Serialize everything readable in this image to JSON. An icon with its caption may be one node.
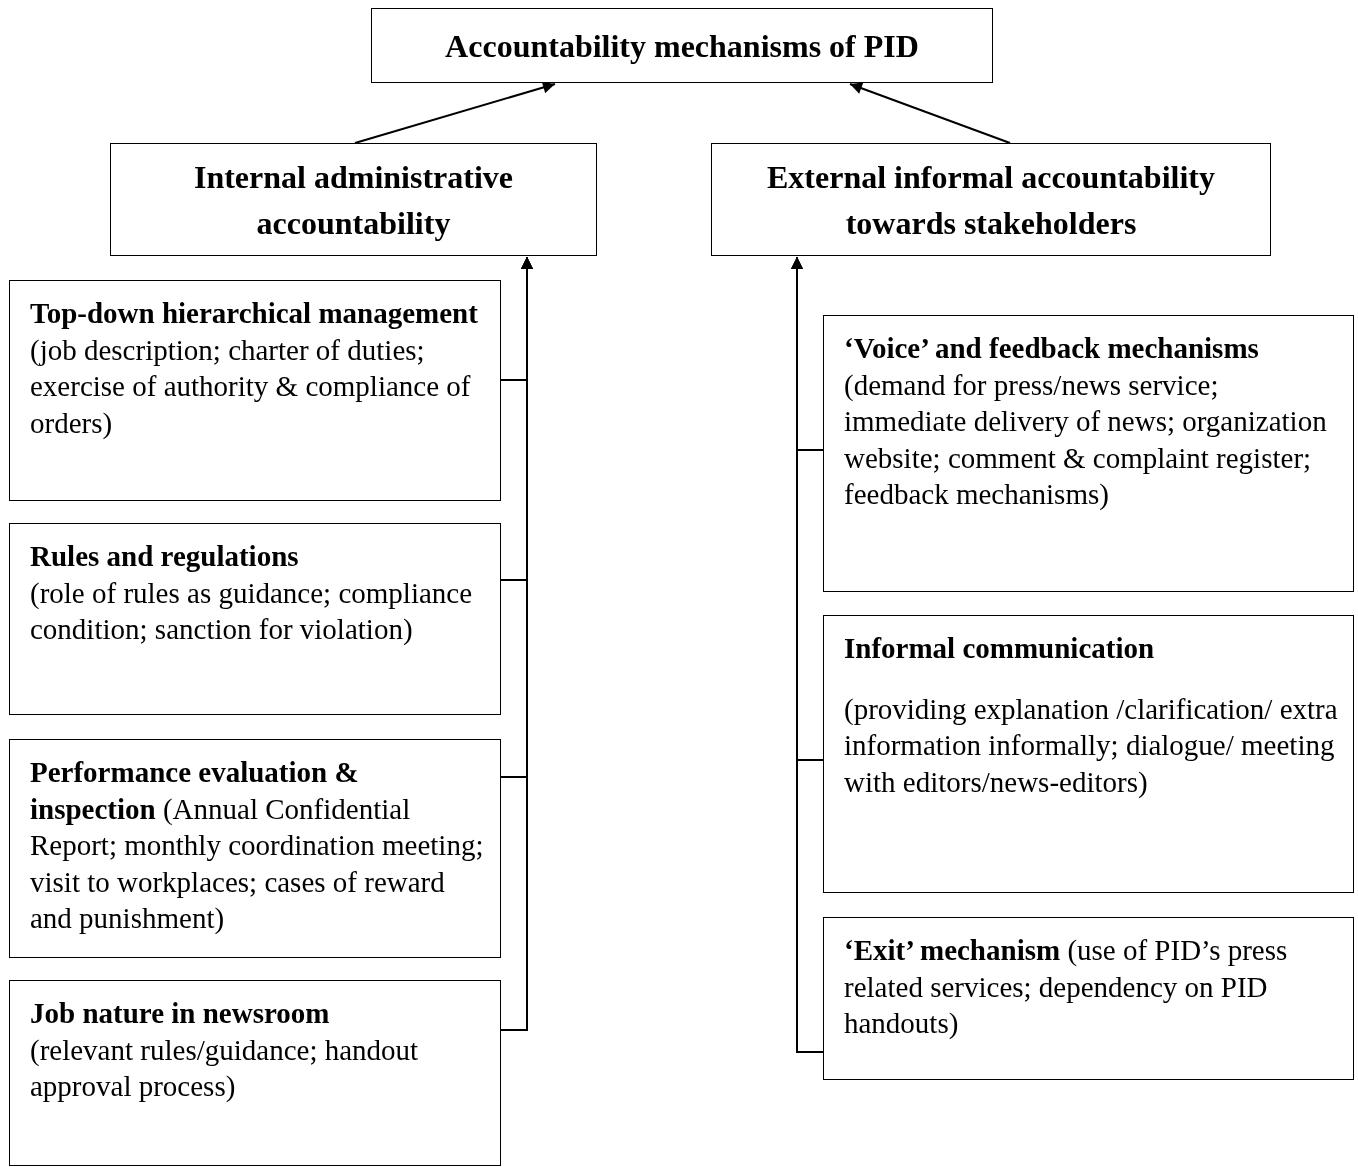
{
  "diagram": {
    "nodes": [
      {
        "text": [
          "Accountability mechanisms of PID"
        ]
      },
      {
        "text": [
          "Internal administrative accountability"
        ]
      },
      {
        "text": [
          "External informal accountability towards stakeholders"
        ]
      },
      {
        "text": [
          "**Top-down hierarchical management** (job description; charter of duties; exercise of authority & compliance of orders)"
        ]
      },
      {
        "text": [
          "Rules and regulations",
          "(role of rules as guidance; compliance condition; sanction for violation)"
        ]
      },
      {
        "text": [
          "**Performance evaluation & inspection** (Annual Confidential Report; monthly coordination meeting; visit to workplaces; cases of reward and punishment)"
        ]
      },
      {
        "text": [
          "Job nature in newsroom",
          "(relevant rules/guidance; handout approval process)"
        ]
      },
      {
        "text": [
          "‘Voice’ and feedback mechanisms",
          "(demand for press/news service; immediate delivery of news; organization website; comment & complaint register; feedback mechanisms)"
        ]
      },
      {
        "text": [
          "Informal communication",
          "(providing explanation /clarification/ extra information informally; dialogue/ meeting with editors/news-editors)"
        ]
      },
      {
        "text": [
          "**‘Exit’ mechanism** (use of PID’s press related services; dependency on PID handouts)"
        ]
      }
    ],
    "edges": [
      {
        "from": 1,
        "to": 0,
        "arrow": "to"
      },
      {
        "from": 2,
        "to": 0,
        "arrow": "to"
      },
      {
        "from": 3,
        "to": 1,
        "arrow": "to"
      },
      {
        "from": 4,
        "to": 1,
        "arrow": "to"
      },
      {
        "from": 5,
        "to": 1,
        "arrow": "to"
      },
      {
        "from": 6,
        "to": 1,
        "arrow": "to"
      },
      {
        "from": 7,
        "to": 2,
        "arrow": "to"
      },
      {
        "from": 8,
        "to": 2,
        "arrow": "to"
      },
      {
        "from": 9,
        "to": 2,
        "arrow": "to"
      }
    ]
  }
}
